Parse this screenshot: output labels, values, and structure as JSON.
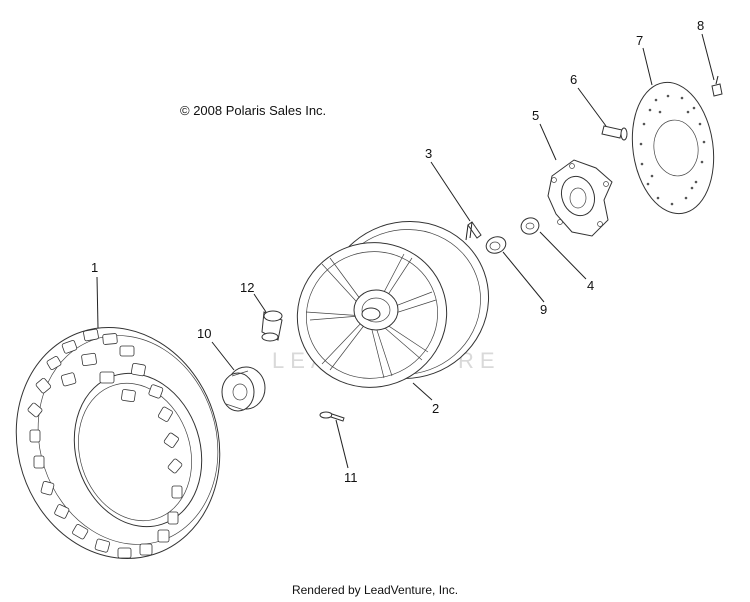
{
  "copyright": "© 2008 Polaris Sales Inc.",
  "footer": "Rendered by LeadVenture, Inc.",
  "watermark": "LEADVENTURE",
  "callouts": {
    "c1": "1",
    "c2": "2",
    "c3": "3",
    "c4": "4",
    "c5": "5",
    "c6": "6",
    "c7": "7",
    "c8": "8",
    "c9": "9",
    "c10": "10",
    "c11": "11",
    "c12": "12"
  }
}
